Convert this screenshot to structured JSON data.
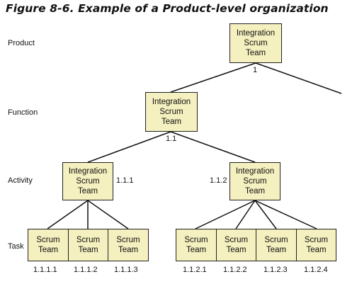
{
  "figure_title": "Figure 8-6. Example of a Product-level organization",
  "levels": {
    "product": "Product",
    "function": "Function",
    "activity": "Activity",
    "task": "Task"
  },
  "nodes": {
    "product": {
      "lines": [
        "Integration",
        "Scrum",
        "Team"
      ],
      "number": "1"
    },
    "function": {
      "lines": [
        "Integration",
        "Scrum",
        "Team"
      ],
      "number": "1.1"
    },
    "activity_1": {
      "lines": [
        "Integration",
        "Scrum",
        "Team"
      ],
      "number": "1.1.1"
    },
    "activity_2": {
      "lines": [
        "Integration",
        "Scrum",
        "Team"
      ],
      "number": "1.1.2"
    },
    "task_1": {
      "lines": [
        "Scrum",
        "Team"
      ],
      "number": "1.1.1.1"
    },
    "task_2": {
      "lines": [
        "Scrum",
        "Team"
      ],
      "number": "1.1.1.2"
    },
    "task_3": {
      "lines": [
        "Scrum",
        "Team"
      ],
      "number": "1.1.1.3"
    },
    "task_4": {
      "lines": [
        "Scrum",
        "Team"
      ],
      "number": "1.1.2.1"
    },
    "task_5": {
      "lines": [
        "Scrum",
        "Team"
      ],
      "number": "1.1.2.2"
    },
    "task_6": {
      "lines": [
        "Scrum",
        "Team"
      ],
      "number": "1.1.2.3"
    },
    "task_7": {
      "lines": [
        "Scrum",
        "Team"
      ],
      "number": "1.1.2.4"
    }
  },
  "colors": {
    "box_fill": "#f5f0bf",
    "box_border": "#222222",
    "line": "#111111"
  }
}
